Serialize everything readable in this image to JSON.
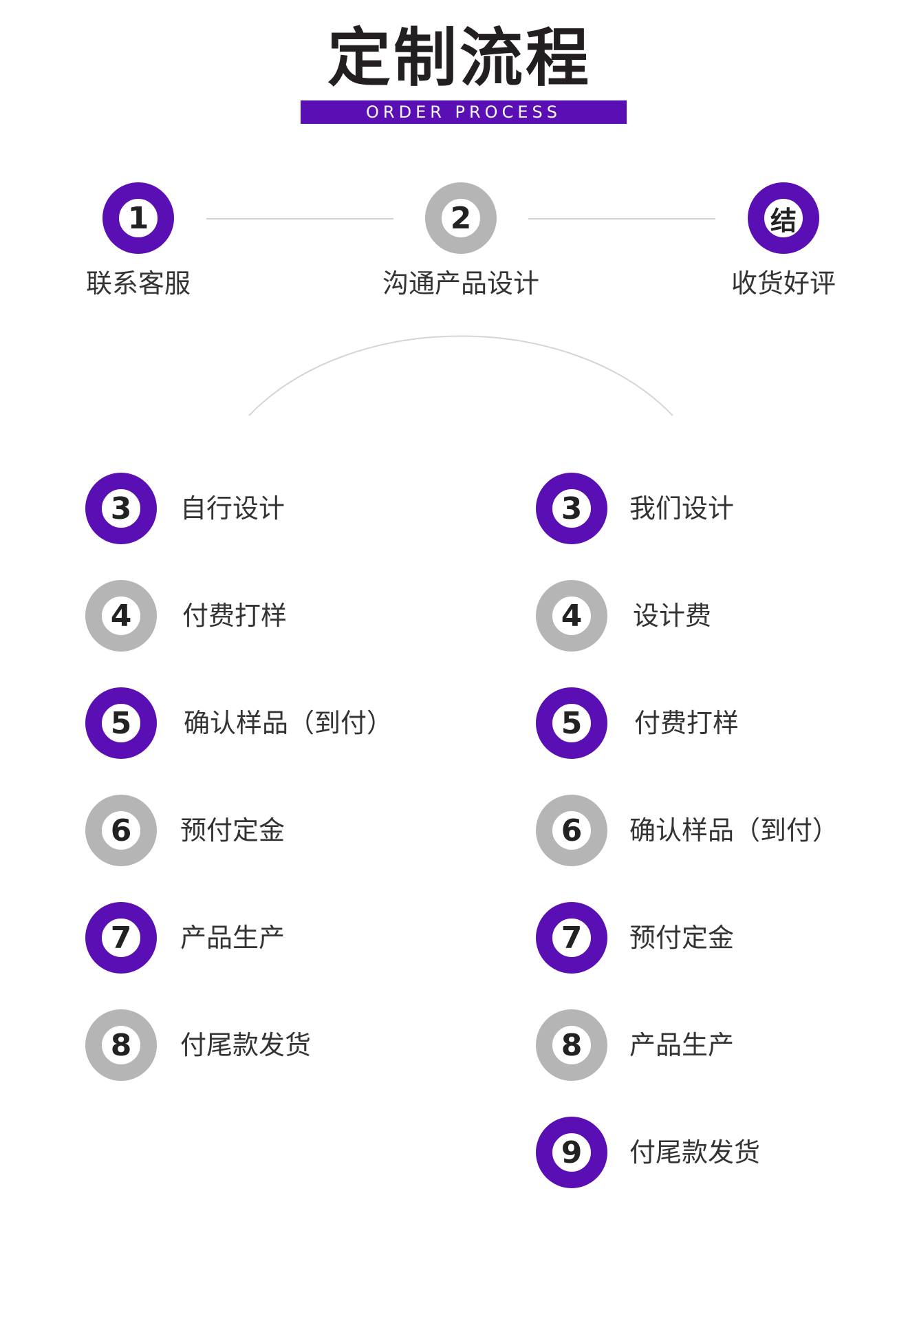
{
  "header": {
    "title": "定制流程",
    "subtitle": "ORDER PROCESS"
  },
  "colors": {
    "accent": "#5a0fb4",
    "neutral": "#b5b5b5"
  },
  "top_steps": [
    {
      "badge": "1",
      "label": "联系客服",
      "style": "purple"
    },
    {
      "badge": "2",
      "label": "沟通产品设计",
      "style": "gray"
    },
    {
      "badge": "结",
      "label": "收货好评",
      "style": "purple"
    }
  ],
  "left_column": [
    {
      "badge": "3",
      "label": "自行设计",
      "style": "purple"
    },
    {
      "badge": "4",
      "label": "付费打样",
      "style": "gray"
    },
    {
      "badge": "5",
      "label": "确认样品（到付）",
      "style": "purple"
    },
    {
      "badge": "6",
      "label": "预付定金",
      "style": "gray"
    },
    {
      "badge": "7",
      "label": "产品生产",
      "style": "purple"
    },
    {
      "badge": "8",
      "label": "付尾款发货",
      "style": "gray"
    }
  ],
  "right_column": [
    {
      "badge": "3",
      "label": "我们设计",
      "style": "purple"
    },
    {
      "badge": "4",
      "label": "设计费",
      "style": "gray"
    },
    {
      "badge": "5",
      "label": "付费打样",
      "style": "purple"
    },
    {
      "badge": "6",
      "label": "确认样品（到付）",
      "style": "gray"
    },
    {
      "badge": "7",
      "label": "预付定金",
      "style": "purple"
    },
    {
      "badge": "8",
      "label": "产品生产",
      "style": "gray"
    },
    {
      "badge": "9",
      "label": "付尾款发货",
      "style": "purple"
    }
  ]
}
